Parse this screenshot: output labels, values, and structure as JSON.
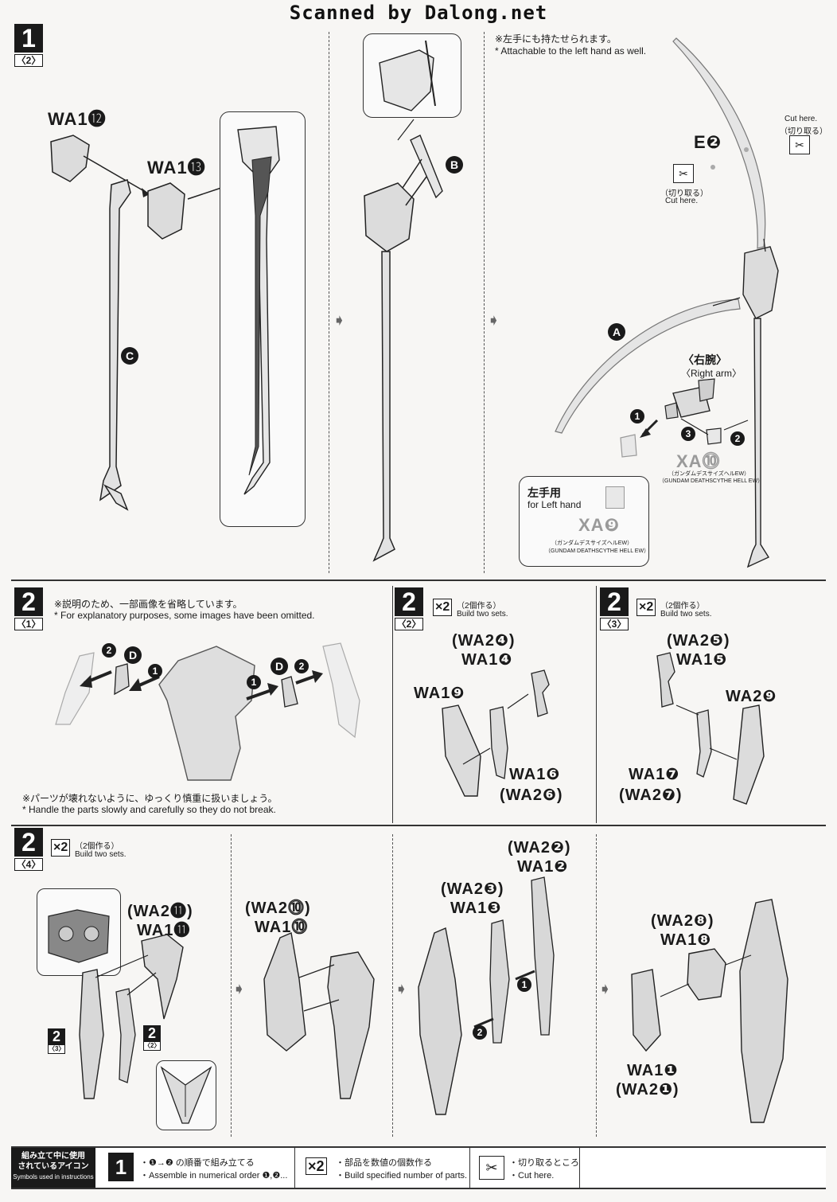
{
  "watermark": "Scanned by Dalong.net",
  "step1": {
    "number": "1",
    "sub": "〈2〉",
    "note_jp": "※左手にも持たせられます。",
    "note_en": "* Attachable to the left hand as well.",
    "parts": {
      "wa1_12": "WA1⓬",
      "wa1_13": "WA1⓭",
      "c": "C",
      "b": "B",
      "e2": "E❷",
      "a": "A",
      "cut_en_1": "Cut here.",
      "cut_jp_1": "（切り取る）",
      "cut_jp_2": "（切り取る）",
      "cut_en_2": "Cut here.",
      "right_arm_jp": "〈右腕〉",
      "right_arm_en": "〈Right arm〉",
      "xa10": "XA⓾",
      "xa10_jp": "（ガンダムデスサイズヘルEW）",
      "xa10_en": "（GUNDAM DEATHSCYTHE HELL EW）",
      "left_hand_jp": "左手用",
      "left_hand_en": "for Left hand",
      "xa9": "XA❾",
      "xa9_jp": "（ガンダムデスサイズヘルEW）",
      "xa9_en": "（GUNDAM DEATHSCYTHE HELL EW）",
      "n1": "1",
      "n2": "2",
      "n3": "3"
    }
  },
  "step2_1": {
    "number": "2",
    "sub": "〈1〉",
    "note_jp": "※説明のため、一部画像を省略しています。",
    "note_en": "* For explanatory purposes, some images have been omitted.",
    "bottom_jp": "※パーツが壊れないように、ゆっくり慎重に扱いましょう。",
    "bottom_en": "* Handle the parts slowly and carefully so they do not break.",
    "d": "D",
    "n1": "1",
    "n2": "2"
  },
  "step2_2": {
    "number": "2",
    "sub": "〈2〉",
    "x2": "×2",
    "make_jp": "（2個作る）",
    "make_en": "Build two sets.",
    "l1": "(WA2❹)",
    "l2": "WA1❹",
    "l3": "WA1❾",
    "l4": "WA1❻",
    "l5": "(WA2❻)"
  },
  "step2_3": {
    "number": "2",
    "sub": "〈3〉",
    "x2": "×2",
    "make_jp": "（2個作る）",
    "make_en": "Build two sets.",
    "l1": "(WA2❺)",
    "l2": "WA1❺",
    "l3": "WA2❾",
    "l4": "WA1❼",
    "l5": "(WA2❼)"
  },
  "step2_4": {
    "number": "2",
    "sub": "〈4〉",
    "x2": "×2",
    "make_jp": "（2個作る）",
    "make_en": "Build two sets.",
    "a1": "(WA2⓫)",
    "a2": "WA1⓫",
    "ref3_num": "2",
    "ref3_sub": "〈3〉",
    "ref2_num": "2",
    "ref2_sub": "〈2〉",
    "b1": "(WA2⓾)",
    "b2": "WA1⓾",
    "c1": "(WA2❷)",
    "c2": "WA1❷",
    "c3": "(WA2❸)",
    "c4": "WA1❸",
    "cn1": "1",
    "cn2": "2",
    "d1": "(WA2❽)",
    "d2": "WA1❽",
    "d3": "WA1❶",
    "d4": "(WA2❶)"
  },
  "legend": {
    "head_jp_1": "組み立て中に使用",
    "head_jp_2": "されているアイコン",
    "head_en": "Symbols used in instructions",
    "i1_icon": "1",
    "i1_jp": "・❶→❷ の順番で組み立てる",
    "i1_en": "・Assemble in numerical order ❶,❷...",
    "i2_icon": "×2",
    "i2_jp": "・部品を数値の個数作る",
    "i2_en": "・Build specified number of parts.",
    "i3_jp": "・切り取るところ",
    "i3_en": "・Cut here."
  },
  "colors": {
    "ink": "#1a1a1a",
    "part_fill": "#d9d9d9",
    "gray_label": "#9a9a9a",
    "highlight": "#555555"
  }
}
